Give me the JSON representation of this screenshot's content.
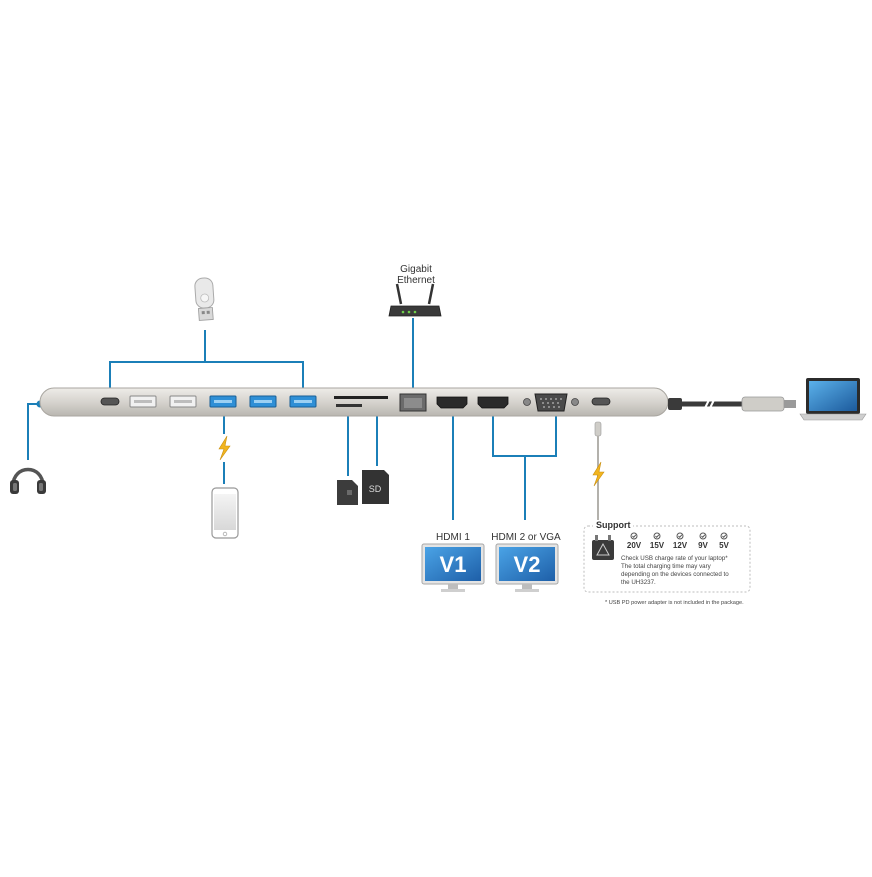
{
  "labels": {
    "gigabit_ethernet_line1": "Gigabit",
    "gigabit_ethernet_line2": "Ethernet",
    "hdmi1": "HDMI 1",
    "hdmi2_or_vga": "HDMI 2 or VGA",
    "sd": "SD",
    "v1": "V1",
    "v2": "V2"
  },
  "support_box": {
    "title": "Support",
    "voltages": [
      "20V",
      "15V",
      "12V",
      "9V",
      "5V"
    ],
    "note_lines": [
      "Check USB charge rate of your laptop*",
      "The total charging time may vary",
      "depending on the devices connected to",
      "the UH3237."
    ],
    "footnote": "* USB PD power adapter is not included in the package."
  },
  "colors": {
    "connector_line": "#1b7fb8",
    "dock_body": "#d5d3cf",
    "usb3_port": "#2f8fd6",
    "monitor_screen": "#2a7cc7",
    "charge_bolt": "#f2b51f",
    "text": "#333333"
  },
  "icons": [
    "usb-flash-drive-icon",
    "router-icon",
    "headphones-icon",
    "smartphone-icon",
    "micro-sd-card-icon",
    "sd-card-icon",
    "monitor-icon",
    "power-adapter-icon",
    "laptop-icon",
    "lightning-bolt-icon",
    "checkmark-icon"
  ]
}
